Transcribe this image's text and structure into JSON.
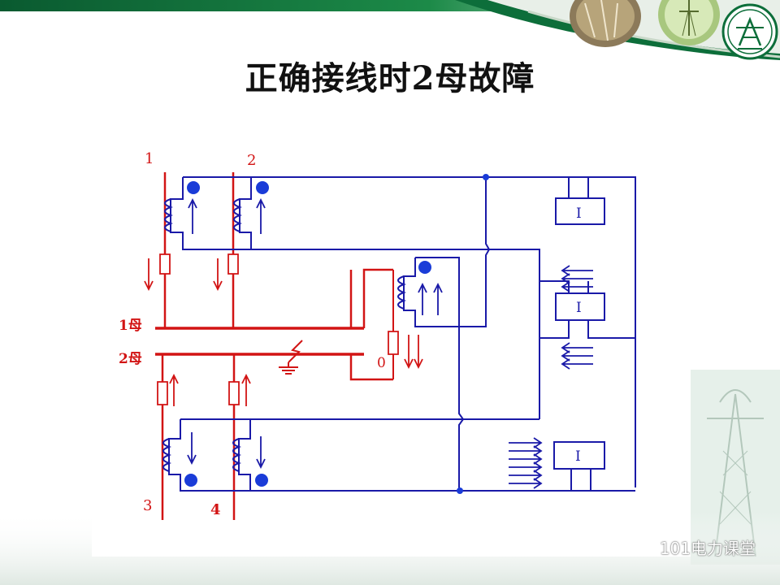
{
  "slide": {
    "title": "正确接线时2母故障"
  },
  "diagram": {
    "ct_labels": [
      "1",
      "2",
      "3",
      "4"
    ],
    "bus_labels": {
      "bus1": "1母",
      "bus2": "2母"
    },
    "coupler_label": "0",
    "relay_label": "I",
    "colors": {
      "primary": "#d21414",
      "secondary": "#1a1aa8",
      "accent_green": "#0d6e3a"
    }
  },
  "watermark": {
    "text": "101电力课堂"
  }
}
